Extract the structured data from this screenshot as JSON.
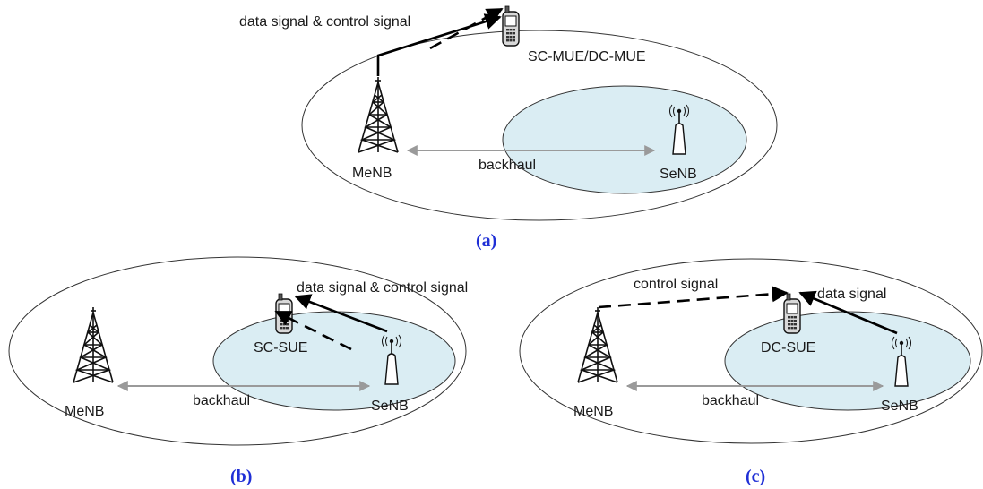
{
  "panel_a": {
    "caption": "(a)",
    "signal_label": "data signal & control signal",
    "ue_label": "SC-MUE/DC-MUE",
    "macro_label": "MeNB",
    "small_label": "SeNB",
    "backhaul_label": "backhaul"
  },
  "panel_b": {
    "caption": "(b)",
    "signal_label": "data signal & control signal",
    "ue_label": "SC-SUE",
    "macro_label": "MeNB",
    "small_label": "SeNB",
    "backhaul_label": "backhaul"
  },
  "panel_c": {
    "caption": "(c)",
    "control_label": "control signal",
    "data_label": "data signal",
    "ue_label": "DC-SUE",
    "macro_label": "MeNB",
    "small_label": "SeNB",
    "backhaul_label": "backhaul"
  },
  "icons": [
    "macro-tower-icon",
    "small-cell-antenna-icon",
    "mobile-phone-icon"
  ]
}
